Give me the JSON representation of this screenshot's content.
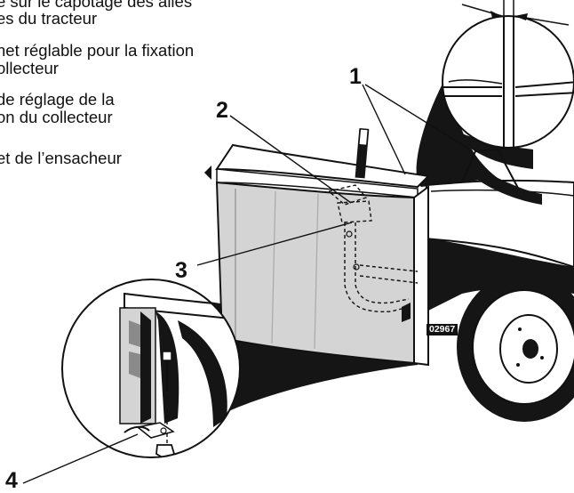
{
  "legend": [
    {
      "line1": "e sur le capotage des ailes",
      "line2": "es du tracteur"
    },
    {
      "line1": "net réglable pour la fixation",
      "line2": "ollecteur"
    },
    {
      "line1": "de réglage de la",
      "line2": "on du collecteur"
    },
    {
      "line1": "et de l’ensacheur"
    }
  ],
  "callouts": [
    "1",
    "2",
    "3",
    "4"
  ],
  "figure_id": "02967",
  "colors": {
    "ink": "#111111",
    "panel_gray": "#d4d4d4",
    "tire_black": "#151515"
  }
}
